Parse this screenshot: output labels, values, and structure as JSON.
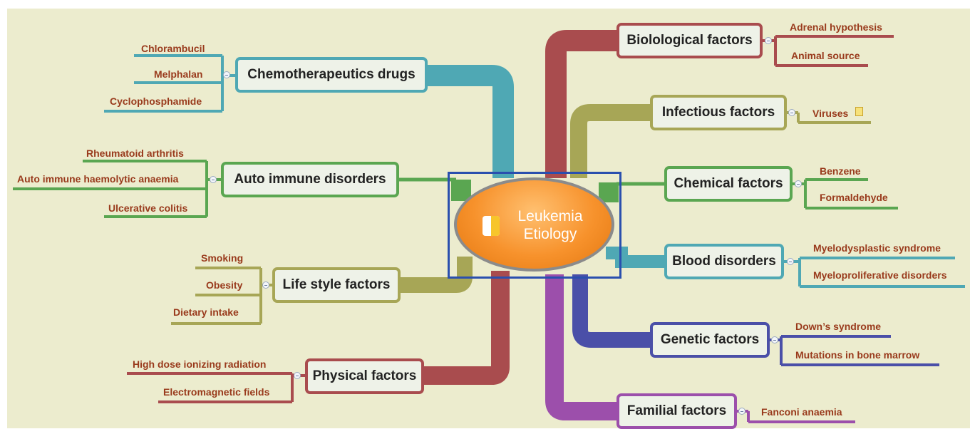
{
  "center": {
    "line1": "Leukemia",
    "line2": "Etiology"
  },
  "branches": {
    "chemotherapeutics": {
      "label": "Chemotherapeutics drugs",
      "color": "#4fa8b4",
      "children": [
        "Chlorambucil",
        "Melphalan",
        "Cyclophosphamide"
      ]
    },
    "autoimmune": {
      "label": "Auto immune disorders",
      "color": "#5aa651",
      "children": [
        "Rheumatoid arthritis",
        "Auto immune haemolytic anaemia",
        "Ulcerative colitis"
      ]
    },
    "lifestyle": {
      "label": "Life style factors",
      "color": "#a7a656",
      "children": [
        "Smoking",
        "Obesity",
        "Dietary intake"
      ]
    },
    "physical": {
      "label": "Physical factors",
      "color": "#a94c4e",
      "children": [
        "High dose ionizing radiation",
        "Electromagnetic fields"
      ]
    },
    "biological": {
      "label": "Biolological factors",
      "color": "#a94c4e",
      "children": [
        "Adrenal hypothesis",
        "Animal source"
      ]
    },
    "infectious": {
      "label": "Infectious factors",
      "color": "#a7a656",
      "children": [
        "Viruses"
      ]
    },
    "chemical": {
      "label": "Chemical factors",
      "color": "#5aa651",
      "children": [
        "Benzene",
        "Formaldehyde"
      ]
    },
    "blood": {
      "label": "Blood disorders",
      "color": "#4fa8b4",
      "children": [
        "Myelodysplastic syndrome",
        "Myeloproliferative disorders"
      ]
    },
    "genetic": {
      "label": "Genetic factors",
      "color": "#4a4fa8",
      "children": [
        "Down’s syndrome",
        "Mutations in bone marrow"
      ]
    },
    "familial": {
      "label": "Familial factors",
      "color": "#9c4fab",
      "children": [
        "Fanconi anaemia"
      ]
    }
  },
  "icons": {
    "center": "document-icon",
    "note": "note-icon",
    "collapse": "collapse-toggle-icon"
  }
}
